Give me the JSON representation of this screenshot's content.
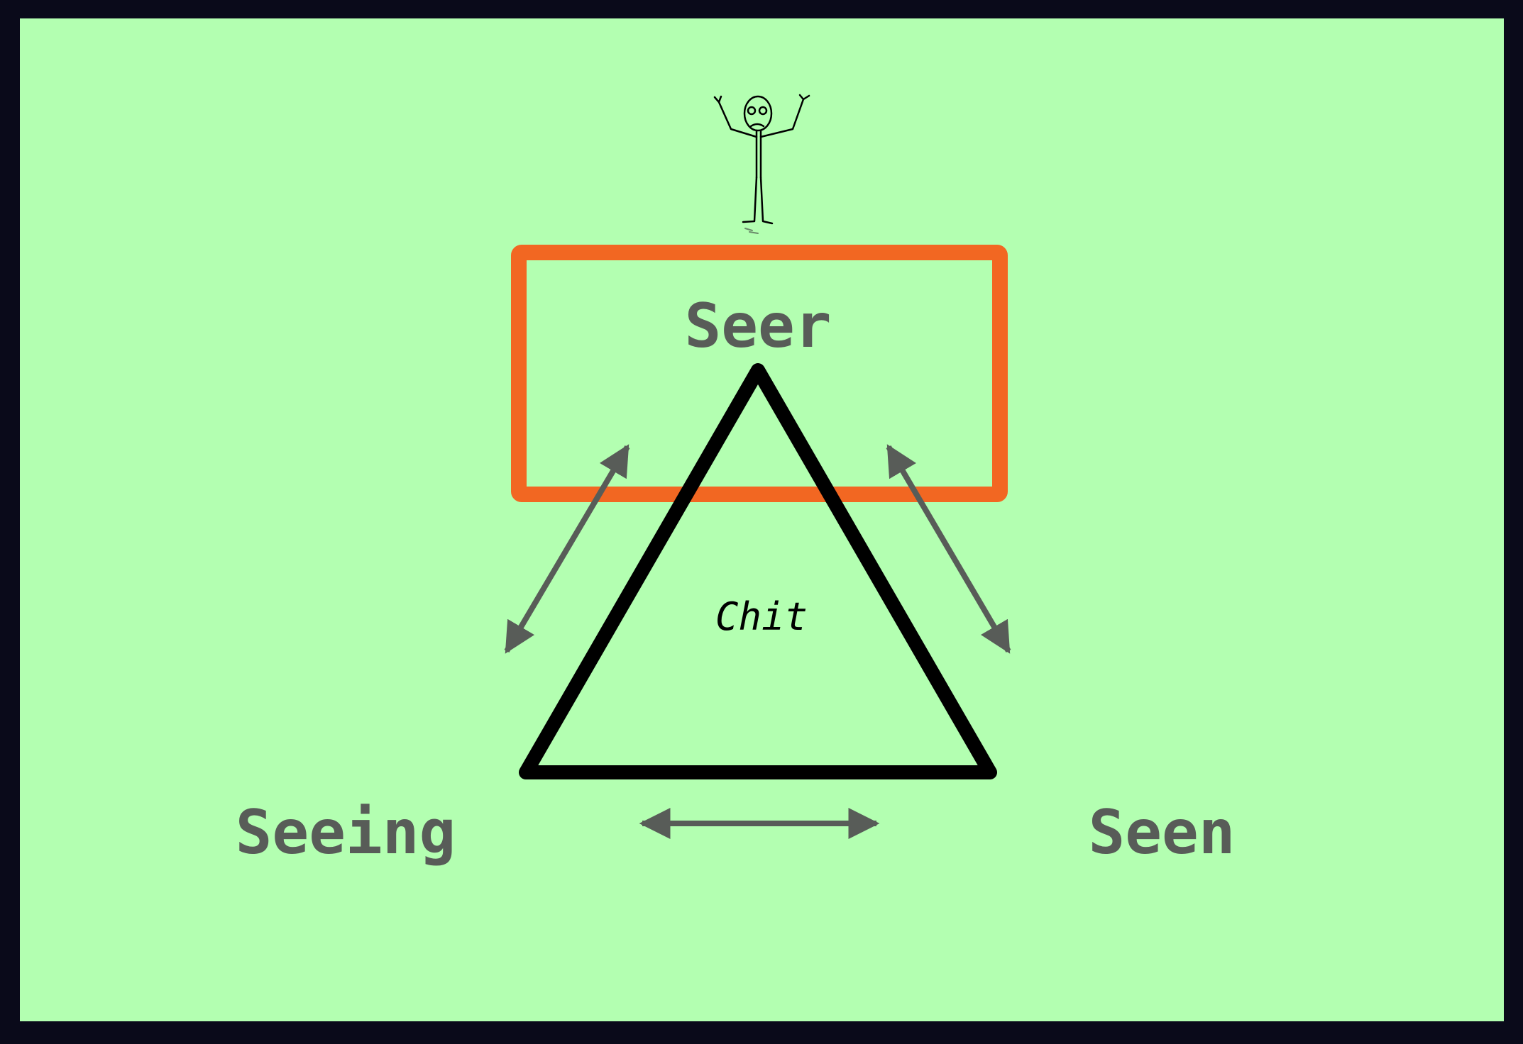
{
  "diagram": {
    "labels": {
      "top": "Seer",
      "left": "Seeing",
      "right": "Seen",
      "center": "Chit"
    },
    "colors": {
      "background": "#b3ffb1",
      "frame": "#0a0a1a",
      "highlight_box": "#f26722",
      "triangle": "#000000",
      "arrows": "#585c58",
      "labels": "#585c58"
    },
    "icons": [
      "stick-figure-icon"
    ]
  }
}
